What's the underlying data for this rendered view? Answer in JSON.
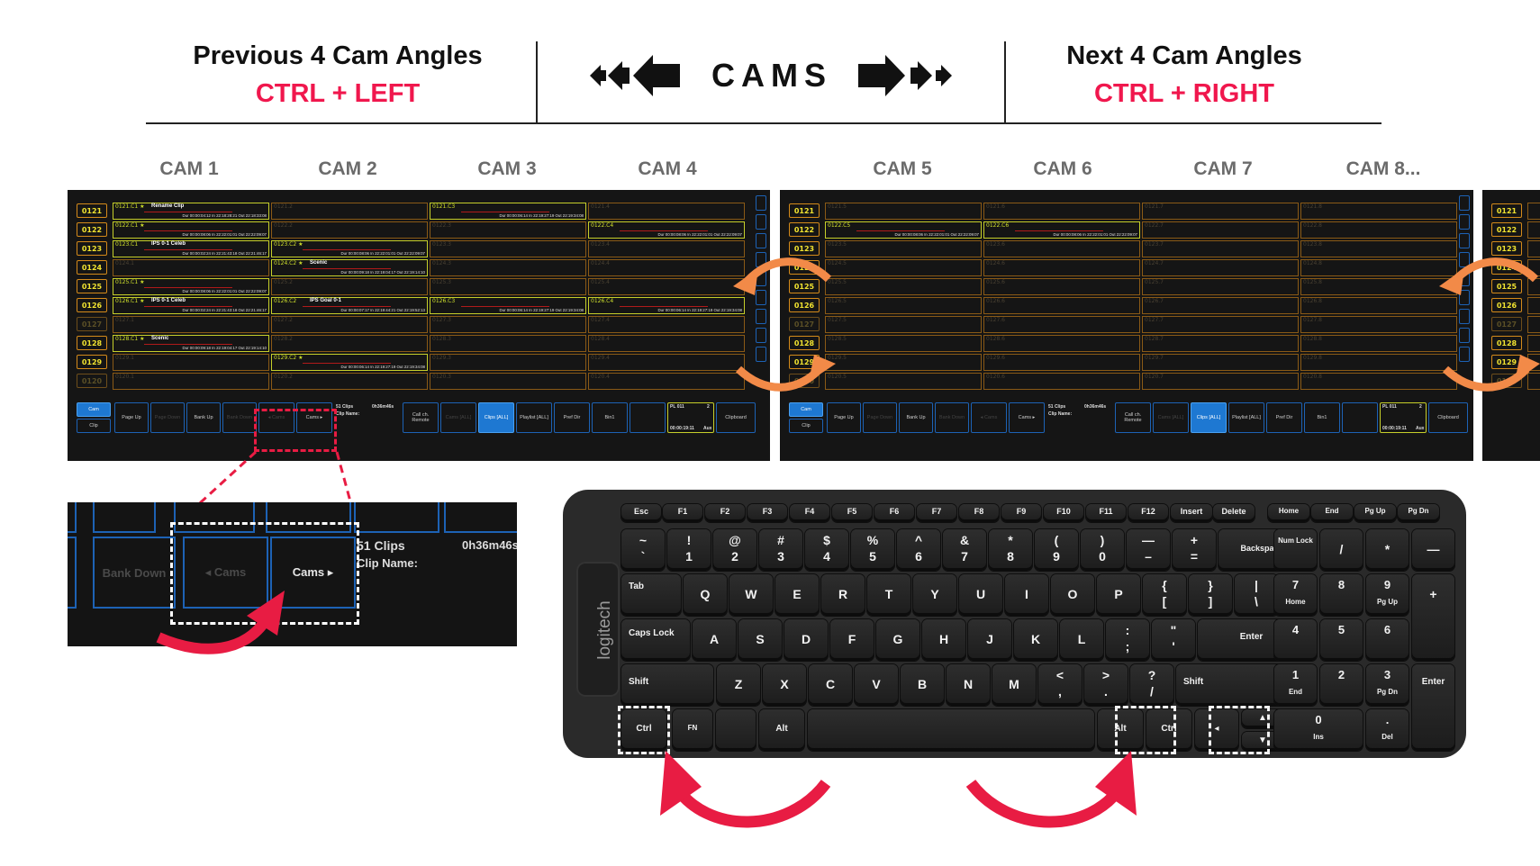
{
  "header": {
    "prev_title": "Previous 4 Cam Angles",
    "prev_keys": "CTRL + LEFT",
    "center_word": "CAMS",
    "next_title": "Next 4 Cam Angles",
    "next_keys": "CTRL + RIGHT"
  },
  "cam_labels": [
    "CAM 1",
    "CAM 2",
    "CAM 3",
    "CAM 4",
    "CAM 5",
    "CAM 6",
    "CAM 7",
    "CAM 8..."
  ],
  "colors": {
    "accent_red": "#f0174d",
    "arrow_orange": "#f28a48",
    "grid_border": "#d48a1a",
    "clip_yellow": "#f0e230",
    "button_blue": "#1e78d2"
  },
  "rows": [
    "0121",
    "0122",
    "0123",
    "0124",
    "0125",
    "0126",
    "0127",
    "0128",
    "0129",
    "0120"
  ],
  "panel1": {
    "clips": [
      [
        {
          "n": "0121.C1 ★",
          "t": "Rename Clip",
          "d": "Dur 00:00:04:12  In 22:18:28:21  Out 22:18:33:08",
          "on": true
        },
        {
          "n": "0121.2"
        },
        {
          "n": "0121.C3",
          "t": "",
          "d": "Dur 00:00:06:14  In 22:19:27:19  Out 22:19:34:08",
          "on": true
        },
        {
          "n": "0121.4"
        }
      ],
      [
        {
          "n": "0122.C1 ★",
          "t": "",
          "d": "Dur 00:00:08:06  In 22:22:01:01  Out 22:22:09:07",
          "on": true
        },
        {
          "n": "0122.2"
        },
        {
          "n": "0122.3"
        },
        {
          "n": "0122.C4",
          "t": "",
          "d": "Dur 00:00:08:06  In 22:22:01:01  Out 22:22:09:07",
          "on": true
        }
      ],
      [
        {
          "n": "0123.C1",
          "t": "IPS 0-1 Celeb",
          "d": "Dur 00:00:02:24  In 22:21:43:18  Out 22:21:46:17",
          "on": true
        },
        {
          "n": "0123.C2 ★",
          "t": "",
          "d": "Dur 00:00:08:06  In 22:22:01:01  Out 22:22:09:07",
          "on": true
        },
        {
          "n": "0123.3"
        },
        {
          "n": "0123.4"
        }
      ],
      [
        {
          "n": "0124.1"
        },
        {
          "n": "0124.C2 ★",
          "t": "Scenic",
          "d": "Dur 00:00:09:18  In 22:19:04:17  Out 22:19:14:10",
          "on": true
        },
        {
          "n": "0124.3"
        },
        {
          "n": "0124.4"
        }
      ],
      [
        {
          "n": "0125.C1 ★",
          "t": "",
          "d": "Dur 00:00:08:06  In 22:22:01:01  Out 22:22:09:07",
          "on": true
        },
        {
          "n": "0125.2"
        },
        {
          "n": "0125.3"
        },
        {
          "n": "0125.4"
        }
      ],
      [
        {
          "n": "0126.C1 ★",
          "t": "IPS 0-1 Celeb",
          "d": "Dur 00:00:02:24  In 22:21:43:18  Out 22:21:46:17",
          "on": true
        },
        {
          "n": "0126.C2",
          "t": "IPS Goal 0-1",
          "d": "Dur 00:00:07:17  In 22:19:44:21  Out 22:19:52:13",
          "on": true
        },
        {
          "n": "0126.C3",
          "t": "",
          "d": "Dur 00:00:06:14  In 22:19:27:19  Out 22:19:34:08",
          "on": true
        },
        {
          "n": "0126.C4",
          "t": "",
          "d": "Dur 00:00:06:14  In 22:19:27:19  Out 22:19:34:08",
          "on": true
        }
      ],
      [
        {
          "n": "0127.1"
        },
        {
          "n": "0127.2"
        },
        {
          "n": "0127.3"
        },
        {
          "n": "0127.4"
        }
      ],
      [
        {
          "n": "0128.C1 ★",
          "t": "Scenic",
          "d": "Dur 00:00:09:18  In 22:19:04:17  Out 22:19:14:10",
          "on": true
        },
        {
          "n": "0128.2"
        },
        {
          "n": "0128.3"
        },
        {
          "n": "0128.4"
        }
      ],
      [
        {
          "n": "0129.1"
        },
        {
          "n": "0129.C2 ★",
          "t": "",
          "d": "Dur 00:00:06:14  In 22:19:27:19  Out 22:19:34:08",
          "on": true
        },
        {
          "n": "0129.3"
        },
        {
          "n": "0129.4"
        }
      ],
      [
        {
          "n": "0120.1"
        },
        {
          "n": "0120.2"
        },
        {
          "n": "0120.3"
        },
        {
          "n": "0120.4"
        }
      ]
    ]
  },
  "panel2": {
    "clips": [
      [
        {
          "n": "0121.5"
        },
        {
          "n": "0121.6"
        },
        {
          "n": "0121.7"
        },
        {
          "n": "0121.8"
        }
      ],
      [
        {
          "n": "0122.C5",
          "t": "",
          "d": "Dur 00:00:08:06  In 22:22:01:01  Out 22:22:09:07",
          "on": true
        },
        {
          "n": "0122.C6",
          "t": "",
          "d": "Dur 00:00:08:06  In 22:22:01:01  Out 22:22:09:07",
          "on": true
        },
        {
          "n": "0122.7"
        },
        {
          "n": "0122.8"
        }
      ],
      [
        {
          "n": "0123.5"
        },
        {
          "n": "0123.6"
        },
        {
          "n": "0123.7"
        },
        {
          "n": "0123.8"
        }
      ],
      [
        {
          "n": "0124.5"
        },
        {
          "n": "0124.6"
        },
        {
          "n": "0124.7"
        },
        {
          "n": "0124.8"
        }
      ],
      [
        {
          "n": "0125.5"
        },
        {
          "n": "0125.6"
        },
        {
          "n": "0125.7"
        },
        {
          "n": "0125.8"
        }
      ],
      [
        {
          "n": "0126.5"
        },
        {
          "n": "0126.6"
        },
        {
          "n": "0126.7"
        },
        {
          "n": "0126.8"
        }
      ],
      [
        {
          "n": "0127.5"
        },
        {
          "n": "0127.6"
        },
        {
          "n": "0127.7"
        },
        {
          "n": "0127.8"
        }
      ],
      [
        {
          "n": "0128.5"
        },
        {
          "n": "0128.6"
        },
        {
          "n": "0128.7"
        },
        {
          "n": "0128.8"
        }
      ],
      [
        {
          "n": "0129.5"
        },
        {
          "n": "0129.6"
        },
        {
          "n": "0129.7"
        },
        {
          "n": "0129.8"
        }
      ],
      [
        {
          "n": "0120.5"
        },
        {
          "n": "0120.6"
        },
        {
          "n": "0120.7"
        },
        {
          "n": "0120.8"
        }
      ]
    ]
  },
  "toolbar": {
    "cam": "Cam",
    "clip": "Clip",
    "page_up": "Page Up",
    "page_down": "Page Down",
    "bank_up": "Bank Up",
    "bank_down": "Bank Down",
    "cams_prev": "◂ Cams",
    "cams_next": "Cams ▸",
    "clips_count": "51 Clips",
    "clip_name": "Clip Name:",
    "duration": "0h36m46s",
    "call_remote": "Call ch. Remote",
    "cams_all": "Cams [ALL]",
    "clips_all": "Clips [ALL]",
    "playlist_all": "Playlist [ALL]",
    "pref_dir": "Pref Dir",
    "bin1": "Bin1",
    "pl_name": "PL 011",
    "pl_num": "2",
    "pl_time": "00:00:19:11",
    "pl_aux": "Aux",
    "clipboard": "Clipboard"
  },
  "zoom": {
    "bank_down": "Bank Down",
    "cams_prev": "◂  Cams",
    "cams_next": "Cams  ▸",
    "clips_count": "51 Clips",
    "clip_name": "Clip Name:",
    "duration": "0h36m46s"
  },
  "keyboard": {
    "brand": "logitech",
    "row_f": [
      "Esc",
      "F1",
      "F2",
      "F3",
      "F4",
      "F5",
      "F6",
      "F7",
      "F8",
      "F9",
      "F10",
      "F11",
      "F12",
      "Insert",
      "Delete"
    ],
    "nav_top": [
      "Home",
      "End",
      "Pg Up",
      "Pg Dn"
    ],
    "row_num": [
      [
        "~",
        "`"
      ],
      [
        "!",
        "1"
      ],
      [
        "@",
        "2"
      ],
      [
        "#",
        "3"
      ],
      [
        "$",
        "4"
      ],
      [
        "%",
        "5"
      ],
      [
        "^",
        "6"
      ],
      [
        "&",
        "7"
      ],
      [
        "*",
        "8"
      ],
      [
        "(",
        "9"
      ],
      [
        ")",
        "0"
      ],
      [
        "—",
        "–"
      ],
      [
        "+",
        "="
      ]
    ],
    "backspace": "Backspace",
    "row_q_label": "Tab",
    "row_q": [
      "Q",
      "W",
      "E",
      "R",
      "T",
      "Y",
      "U",
      "I",
      "O",
      "P"
    ],
    "row_q_sym": [
      [
        "{",
        "["
      ],
      [
        "}",
        "]"
      ],
      [
        "|",
        "\\"
      ]
    ],
    "caps": "Caps Lock",
    "row_a": [
      "A",
      "S",
      "D",
      "F",
      "G",
      "H",
      "J",
      "K",
      "L"
    ],
    "row_a_sym": [
      [
        ":",
        ";"
      ],
      [
        "\"",
        "'"
      ]
    ],
    "enter": "Enter",
    "shift": "Shift",
    "row_z": [
      "Z",
      "X",
      "C",
      "V",
      "B",
      "N",
      "M"
    ],
    "row_z_sym": [
      [
        "<",
        ","
      ],
      [
        ">",
        "."
      ],
      [
        "?",
        "/"
      ]
    ],
    "ctrl": "Ctrl",
    "fn": "FN",
    "alt": "Alt",
    "numlock": "Num Lock",
    "numpad": {
      "slash": "/",
      "star": "*",
      "minus": "—",
      "plus": "+",
      "enter": "Enter",
      "n7": "7",
      "n7s": "Home",
      "n8": "8",
      "n9": "9",
      "n9s": "Pg Up",
      "n4": "4",
      "n5": "5",
      "n6": "6",
      "n1": "1",
      "n1s": "End",
      "n2": "2",
      "n3": "3",
      "n3s": "Pg Dn",
      "n0": "0",
      "n0s": "Ins",
      "dot": ".",
      "dots": "Del"
    }
  }
}
